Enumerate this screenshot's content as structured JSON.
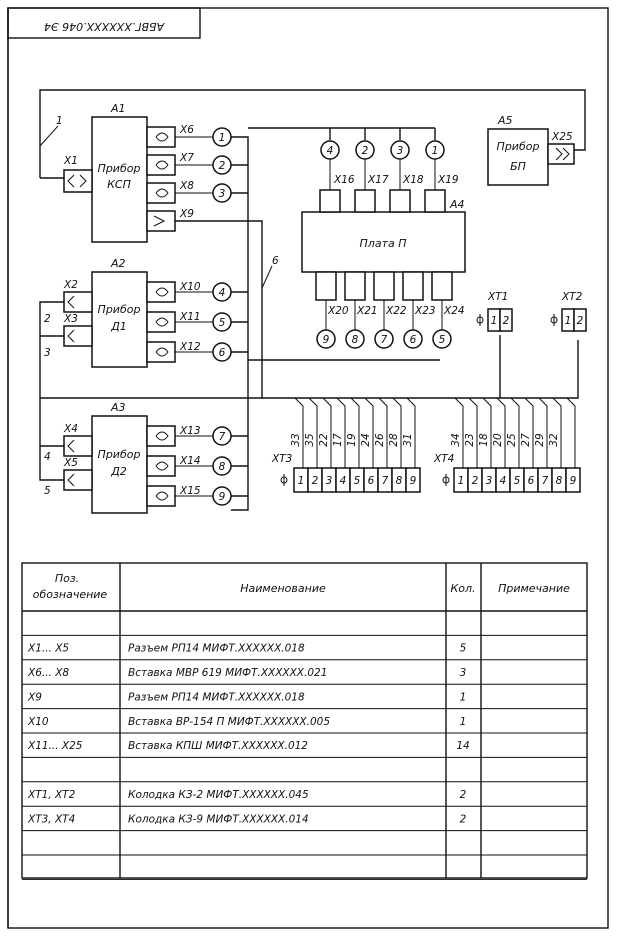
{
  "doc_code": "АБВГ.ХХХХХХ.046 Э4",
  "wire_labels": {
    "w1": "1",
    "w2": "2",
    "w3": "3",
    "w4": "4",
    "w5": "5",
    "w6": "6"
  },
  "devices": {
    "A1": {
      "ref": "А1",
      "line1": "Прибор",
      "line2": "КСП"
    },
    "A2": {
      "ref": "А2",
      "line1": "Прибор",
      "line2": "Д1"
    },
    "A3": {
      "ref": "А3",
      "line1": "Прибор",
      "line2": "Д2"
    },
    "A4": {
      "ref": "А4",
      "name": "Плата П"
    },
    "A5": {
      "ref": "А5",
      "line1": "Прибор",
      "line2": "БП"
    }
  },
  "connectors": {
    "X1": "Х1",
    "X2": "Х2",
    "X3": "Х3",
    "X4": "Х4",
    "X5": "Х5",
    "X6": "Х6",
    "X7": "Х7",
    "X8": "Х8",
    "X9": "Х9",
    "X10": "Х10",
    "X11": "Х11",
    "X12": "Х12",
    "X13": "Х13",
    "X14": "Х14",
    "X15": "Х15",
    "X16": "Х16",
    "X17": "Х17",
    "X18": "Х18",
    "X19": "Х19",
    "X20": "Х20",
    "X21": "Х21",
    "X22": "Х22",
    "X23": "Х23",
    "X24": "Х24",
    "X25": "Х25",
    "XT1": "ХТ1",
    "XT2": "ХТ2",
    "XT3": "ХТ3",
    "XT4": "ХТ4"
  },
  "circles": {
    "c1": "1",
    "c2": "2",
    "c3": "3",
    "c4": "4",
    "c5": "5",
    "c6": "6",
    "c7": "7",
    "c8": "8",
    "c9": "9",
    "top4": "4",
    "top2": "2",
    "top3": "3",
    "top1": "1",
    "bot9": "9",
    "bot8": "8",
    "bot7": "7",
    "bot6": "6",
    "bot5": "5"
  },
  "xt_pins": {
    "xt1": [
      "1",
      "2"
    ],
    "xt2": [
      "1",
      "2"
    ],
    "xt3": [
      "1",
      "2",
      "3",
      "4",
      "5",
      "6",
      "7",
      "8",
      "9"
    ],
    "xt4": [
      "1",
      "2",
      "3",
      "4",
      "5",
      "6",
      "7",
      "8",
      "9"
    ]
  },
  "harness_left": [
    "33",
    "35",
    "22",
    "17",
    "19",
    "24",
    "26",
    "28",
    "31"
  ],
  "harness_right": [
    "34",
    "23",
    "18",
    "20",
    "25",
    "27",
    "29",
    "32"
  ],
  "table": {
    "headers": {
      "pos1": "Поз.",
      "pos2": "обозначение",
      "name": "Наименование",
      "qty": "Кол.",
      "note": "Примечание"
    },
    "rows": [
      {
        "pos": "",
        "name": "",
        "qty": "",
        "note": ""
      },
      {
        "pos": "Х1... Х5",
        "name": "Разъем РП14 МИФТ.ХХХХХХ.018",
        "qty": "5",
        "note": ""
      },
      {
        "pos": "Х6... Х8",
        "name": "Вставка МВР 619 МИФТ.ХХХХХХ.021",
        "qty": "3",
        "note": ""
      },
      {
        "pos": "Х9",
        "name": "Разъем РП14 МИФТ.ХХХХХХ.018",
        "qty": "1",
        "note": ""
      },
      {
        "pos": "Х10",
        "name": "Вставка ВР-154 П МИФТ.ХХХХХХ.005",
        "qty": "1",
        "note": ""
      },
      {
        "pos": "Х11... Х25",
        "name": "Вставка КПШ МИФТ.ХХХХХХ.012",
        "qty": "14",
        "note": ""
      },
      {
        "pos": "",
        "name": "",
        "qty": "",
        "note": ""
      },
      {
        "pos": "ХТ1, ХТ2",
        "name": "Колодка КЗ-2 МИФТ.ХХХХХХ.045",
        "qty": "2",
        "note": ""
      },
      {
        "pos": "ХТ3, ХТ4",
        "name": "Колодка КЗ-9 МИФТ.ХХХХХХ.014",
        "qty": "2",
        "note": ""
      },
      {
        "pos": "",
        "name": "",
        "qty": "",
        "note": ""
      },
      {
        "pos": "",
        "name": "",
        "qty": "",
        "note": ""
      }
    ]
  }
}
